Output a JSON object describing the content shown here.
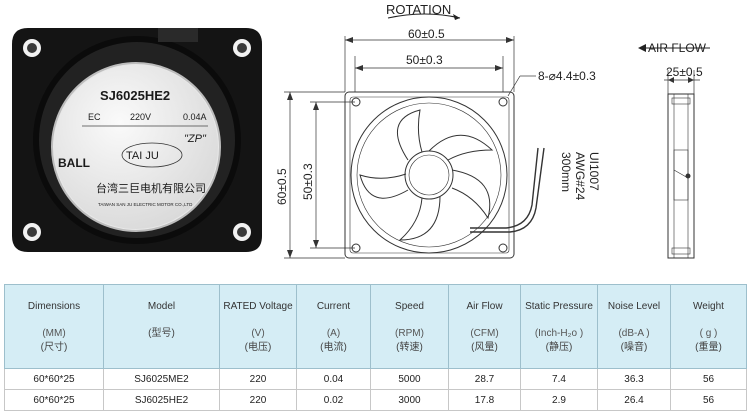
{
  "photo": {
    "model": "SJ6025HE2",
    "ec": "EC",
    "voltage": "220V",
    "current": "0.04A",
    "brand_code": "\"ZP\"",
    "bearing": "BALL",
    "brand_name": "TAI JU",
    "company_cn": "台湾三巨电机有限公司",
    "company_en": "TAIWAN SAN JU ELECTRIC MOTOR CO.,LTD"
  },
  "drawing": {
    "rotation": "ROTATION",
    "width_outer": "60±0.5",
    "width_inner": "50±0.3",
    "holes": "8-⌀4.4±0.3",
    "height_outer": "60±0.5",
    "height_inner": "50±0.3",
    "wire_ul": "UI1007",
    "wire_awg": "AWG#24",
    "wire_len": "300mm",
    "air_flow": "AIR FLOW",
    "thickness": "25±0.5"
  },
  "table": {
    "headers": [
      {
        "title": "Dimensions",
        "unit": "(MM)",
        "cn": "(尺寸)"
      },
      {
        "title": "Model",
        "unit": "",
        "cn": "(型号)"
      },
      {
        "title": "RATED Voltage",
        "unit": "(V)",
        "cn": "(电压)"
      },
      {
        "title": "Current",
        "unit": "(A)",
        "cn": "(电流)"
      },
      {
        "title": "Speed",
        "unit": "(RPM)",
        "cn": "(转速)"
      },
      {
        "title": "Air Flow",
        "unit": "(CFM)",
        "cn": "(风量)"
      },
      {
        "title": "Static Pressure",
        "unit": "(Inch-H₂o )",
        "cn": "(静压)"
      },
      {
        "title": "Noise Level",
        "unit": "(dB-A )",
        "cn": "(噪音)"
      },
      {
        "title": "Weight",
        "unit": "( g )",
        "cn": "(重量)"
      }
    ],
    "rows": [
      [
        "60*60*25",
        "SJ6025ME2",
        "220",
        "0.04",
        "5000",
        "28.7",
        "7.4",
        "36.3",
        "56"
      ],
      [
        "60*60*25",
        "SJ6025HE2",
        "220",
        "0.02",
        "3000",
        "17.8",
        "2.9",
        "26.4",
        "56"
      ]
    ]
  }
}
